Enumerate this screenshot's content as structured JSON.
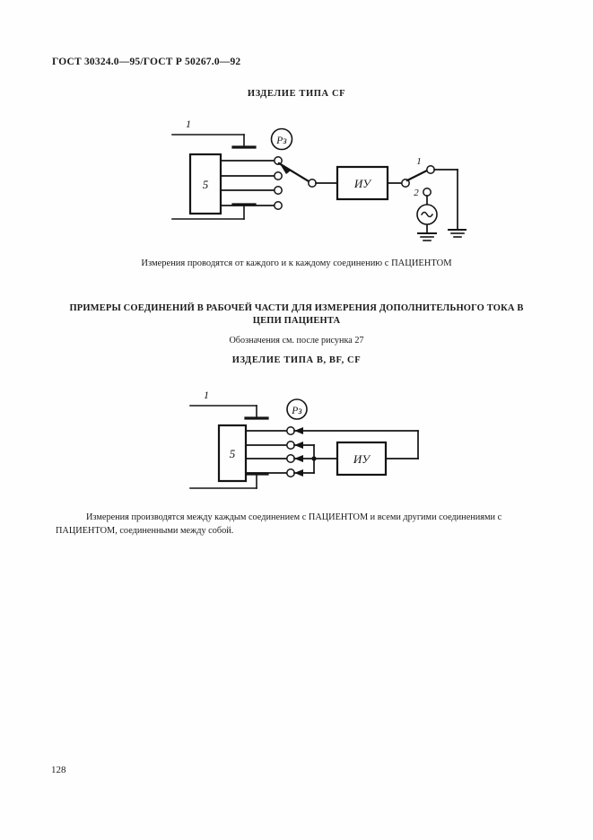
{
  "document": {
    "header": "ГОСТ 30324.0—95/ГОСТ Р 50267.0—92",
    "page_number": "128"
  },
  "section_1": {
    "title": "ИЗДЕЛИЕ ТИПА CF",
    "caption": "Измерения проводятся от каждого и к каждому соединению с ПАЦИЕНТОМ",
    "diagram": {
      "name": "circuit-diagram-cf",
      "labels": {
        "supply": "1",
        "equipment_box": "5",
        "measuring_device": "ИУ",
        "protective_earth": "Рз",
        "switch_pos_1": "1",
        "switch_pos_2": "2"
      }
    }
  },
  "section_2": {
    "heading_line_1": "ПРИМЕРЫ СОЕДИНЕНИЙ В РАБОЧЕЙ ЧАСТИ ДЛЯ ИЗМЕРЕНИЯ ДОПОЛНИТЕЛЬНОГО ТОКА В",
    "heading_line_2": "ЦЕПИ ПАЦИЕНТА",
    "note": "Обозначения см. после рисунка 27",
    "title": "ИЗДЕЛИЕ ТИПА B, BF, CF",
    "caption": "Измерения производятся между каждым соединением с ПАЦИЕНТОМ и всеми другими соединениями с ПАЦИЕНТОМ, соединенными между собой.",
    "diagram": {
      "name": "circuit-diagram-b-bf-cf",
      "labels": {
        "supply": "1",
        "equipment_box": "5",
        "measuring_device": "ИУ",
        "protective_earth": "Рз"
      }
    }
  },
  "colors": {
    "ink": "#1a1a1a",
    "paper": "#fefefe"
  }
}
